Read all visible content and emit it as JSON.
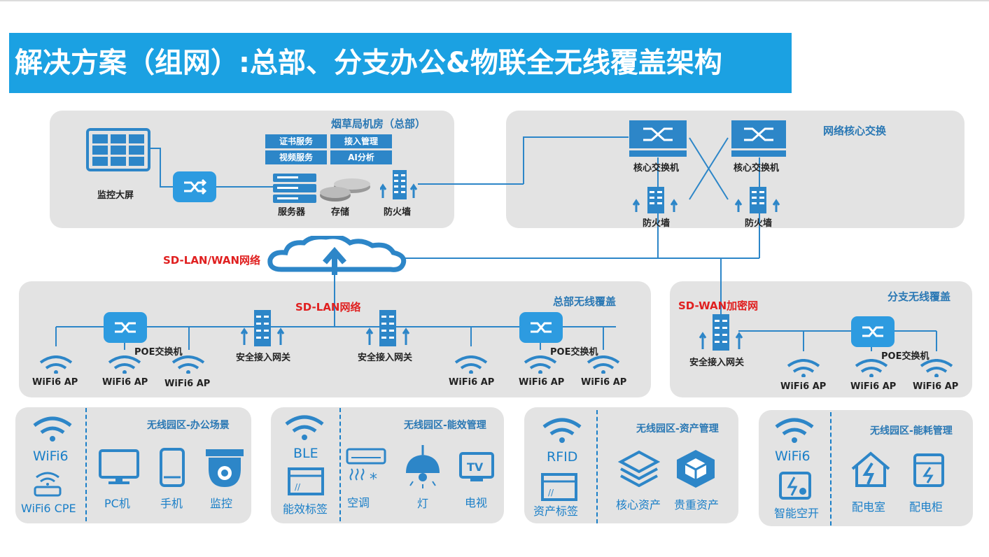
{
  "banner": {
    "title": "解决方案（组网）:总部、分支办公&物联全无线覆盖架构"
  },
  "hq_room": {
    "title": "烟草局机房（总部）",
    "screen_label": "监控大屏",
    "services": [
      "证书服务",
      "接入管理",
      "视频服务",
      "AI分析"
    ],
    "server_label": "服务器",
    "storage_label": "存储",
    "firewall_label": "防火墙"
  },
  "core": {
    "title": "网络核心交换",
    "switch_labels": [
      "核心交换机",
      "核心交换机"
    ],
    "firewall_labels": [
      "防火墙",
      "防火墙"
    ]
  },
  "network": {
    "cloud_label": "SD-LAN/WAN网络",
    "sd_lan_label": "SD-LAN网络",
    "sd_wan_label": "SD-WAN加密网"
  },
  "hq_wireless": {
    "title": "总部无线覆盖",
    "poe_label": "POE交换机",
    "gateway_label": "安全接入网关",
    "ap_label": "WiFi6 AP"
  },
  "branch_wireless": {
    "title": "分支无线覆盖",
    "poe_label": "POE交换机",
    "gateway_label": "安全接入网关",
    "ap_label": "WiFi6 AP"
  },
  "scenes": [
    {
      "title": "无线园区-办公场景",
      "tech": "WiFi6",
      "sub": "WiFi6 CPE",
      "items": [
        "PC机",
        "手机",
        "监控"
      ]
    },
    {
      "title": "无线园区-能效管理",
      "tech": "BLE",
      "sub": "能效标签",
      "items": [
        "空调",
        "灯",
        "电视"
      ]
    },
    {
      "title": "无线园区-资产管理",
      "tech": "RFID",
      "sub": "资产标签",
      "items": [
        "核心资产",
        "贵重资产"
      ]
    },
    {
      "title": "无线园区-能耗管理",
      "tech": "WiFi6",
      "sub": "智能空开",
      "items": [
        "配电室",
        "配电柜"
      ]
    }
  ],
  "colors": {
    "accent": "#1ba1e2",
    "icon": "#2d86c8",
    "panel": "#e3e3e3",
    "red": "#e02020"
  },
  "icons": [
    "monitor-wall-icon",
    "switch-icon",
    "server-icon",
    "storage-icon",
    "firewall-icon",
    "cloud-icon",
    "wifi-icon",
    "pc-icon",
    "phone-icon",
    "camera-icon",
    "ac-icon",
    "lamp-icon",
    "tv-icon",
    "tag-icon",
    "layers-icon",
    "cube-icon",
    "house-bolt-icon",
    "cabinet-icon",
    "breaker-icon"
  ]
}
